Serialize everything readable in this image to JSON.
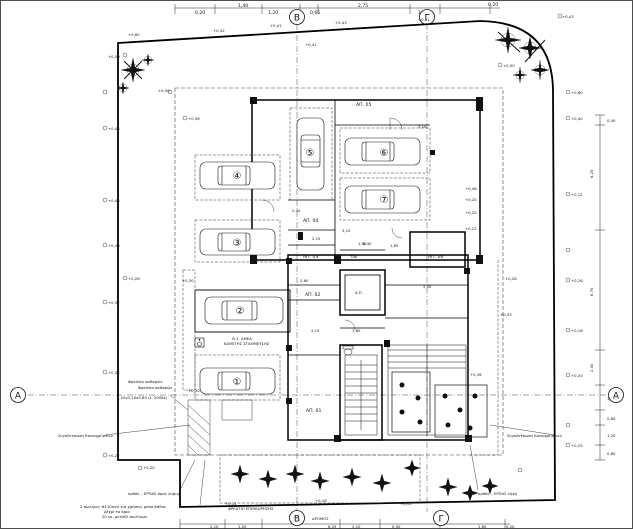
{
  "grid_bubbles": {
    "top_left": "Β",
    "top_right": "Γ",
    "bottom_left": "Β",
    "bottom_right": "Γ",
    "left": "Α",
    "right": "Α"
  },
  "top_dims": [
    "0,20",
    "1,40",
    "1,20",
    "0,65",
    "2,75",
    "1,20",
    "0,20"
  ],
  "top_levels": [
    "+0,41",
    "+0,43",
    "+0,42",
    "+0,41",
    "+0,41"
  ],
  "right_dims": [
    "0,40",
    "6,25",
    "6,70",
    "2,00",
    "1,50",
    "0,80",
    "1,20",
    "0,80"
  ],
  "left_levels": [
    "+0,60",
    "+0,50",
    "+0,50",
    "+0,48",
    "+0,46",
    "+0,40",
    "+0,37",
    "+0,34",
    "+0,30",
    "+0,27",
    "+0,20",
    "+0,26",
    "+0,30",
    "+0,56"
  ],
  "right_levels": [
    "+0,43",
    "+0,50",
    "+0,60",
    "+0,40",
    "+0,48",
    "+0,25",
    "+0,20",
    "+0,22",
    "+0,12",
    "+0,28",
    "+0,26",
    "+0,16",
    "+0,33",
    "+0,36",
    "+0,20",
    "+0,25"
  ],
  "bottom_dims": [
    "2,10",
    "1,20",
    "6,25",
    "2,10",
    "0,50",
    "1,60",
    "0,20"
  ],
  "bottom_levels": [
    "+0,14",
    "+0,16",
    "+0,12"
  ],
  "road_label": "ΔΡΟΜΟΣ",
  "apartments": [
    "ΑΠ. 05",
    "ΑΠ. 04",
    "ΑΠ. 03",
    "ΑΠ. 02",
    "ΑΠ. 01",
    "ΑΠ. 06"
  ],
  "inner_dims": [
    "3,10",
    "2,40",
    "2,15",
    "3,10",
    "1,90",
    "2,60",
    "2,40",
    "2,15",
    "1,85",
    "1,60",
    "2,00"
  ],
  "parking_numbers": [
    "①",
    "②",
    "③",
    "④",
    "⑤",
    "⑥",
    "⑦"
  ],
  "accessible_label": "Θ.Σ. ΑΜΕΑ",
  "accessible_sub": "ΚΑΘΕΤΗΣ ΣΤΑΘΜΕΥΣΗΣ",
  "notes": [
    "Φρεάτιο καθαρών",
    "Φρεάτιο καθαρών",
    "1,20x1,10x0,80 (ε. 200lts)",
    "Συγκέντρωση Κοινοχρήστων",
    "Συγκέντρωση Κοινοχρήστων",
    "2 σωλήνες Φ110mm για χρήσεις μέσα βάθος",
    "μέχρι το όριο",
    "20 εκ. μεταξύ σωλήνων"
  ],
  "bottom_notes": [
    "ορθός – ΕΡΠΑΣ όρος λήψης",
    "ορθός – ΕΡΠΑΣ λήψη",
    "ΦΡΕΑΤΙΟ ΕΠΙΘΕΩΡΗΣΗΣ"
  ],
  "stair_label": "ΤΑΚ",
  "lift_label": "Α.Π."
}
